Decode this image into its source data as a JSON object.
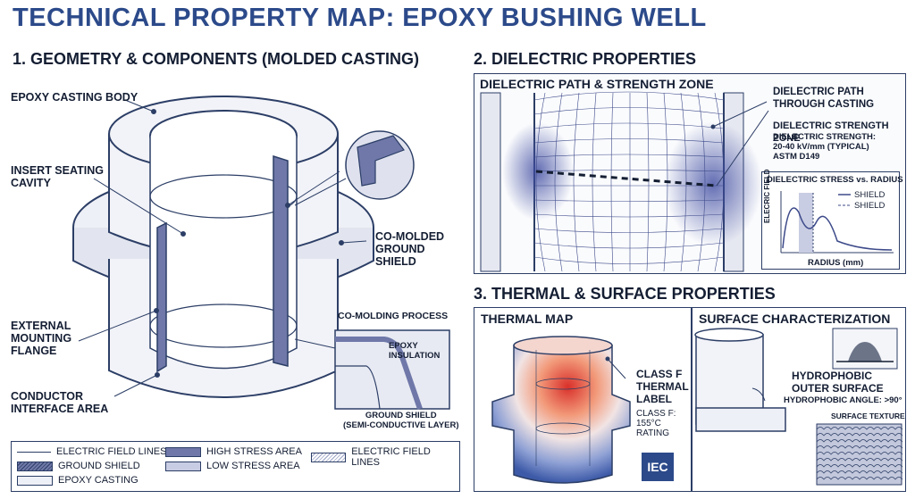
{
  "title": "TECHNICAL PROPERTY MAP: EPOXY BUSHING WELL",
  "section1": {
    "heading": "1. GEOMETRY & COMPONENTS (MOLDED CASTING)",
    "labels": {
      "epoxy_body": "EPOXY CASTING BODY",
      "insert_cavity": "INSERT SEATING\nCAVITY",
      "ground_shield": "CO-MOLDED\nGROUND\nSHIELD",
      "flange": "EXTERNAL\nMOUNTING\nFLANGE",
      "conductor": "CONDUCTOR\nINTERFACE AREA"
    },
    "comolding": {
      "title": "CO-MOLDING PROCESS",
      "epoxy": "EPOXY\nINSULATION",
      "ground": "GROUND SHIELD\n(SEMI-CONDUCTIVE LAYER)"
    }
  },
  "legend": [
    {
      "label": "ELECTRIC FIELD LINES",
      "style": "line"
    },
    {
      "label": "HIGH STRESS AREA",
      "style": "dark"
    },
    {
      "label": "ELECTRIC FIELD LINES",
      "style": "hatch"
    },
    {
      "label": "GROUND SHIELD",
      "style": "hatch-dark"
    },
    {
      "label": "LOW STRESS AREA",
      "style": "light"
    },
    {
      "label": "EPOXY CASTING",
      "style": "pale"
    }
  ],
  "section2": {
    "heading": "2. DIELECTRIC PROPERTIES",
    "pane_title": "DIELECTRIC PATH & STRENGTH ZONE",
    "path_label": "DIELECTRIC PATH\nTHROUGH CASTING",
    "zone_label": "DIELECTRIC STRENGTH ZONE",
    "zone_detail": "DIELECTRIC STRENGTH:\n20-40 kV/mm (TYPICAL)\nASTM D149",
    "chart": {
      "title": "DIELECTRIC STRESS vs. RADIUS",
      "xlabel": "RADIUS (mm)",
      "ylabel": "ELECRIC FIELD",
      "legend": [
        "SHIELD",
        "SHIELD"
      ]
    }
  },
  "section3": {
    "heading": "3. THERMAL & SURFACE PROPERTIES",
    "thermal": {
      "title": "THERMAL MAP",
      "class_label": "CLASS F\nTHERMAL\nLABEL",
      "class_detail": "CLASS F:\n155°C\nRATING",
      "logo": "IEC"
    },
    "surface": {
      "title": "SURFACE CHARACTERIZATION",
      "hydro_label": "HYDROPHOBIC\nOUTER SURFACE",
      "hydro_detail": "HYDROPHOBIC ANGLE: >90°",
      "texture_label": "SURFACE TEXTURE"
    }
  },
  "colors": {
    "title": "#2c4a8a",
    "outline": "#2c3e66",
    "shield": "#6f78a8",
    "body": "#eef0f7",
    "hot": "#d9302a",
    "cold": "#3d5aa8"
  }
}
